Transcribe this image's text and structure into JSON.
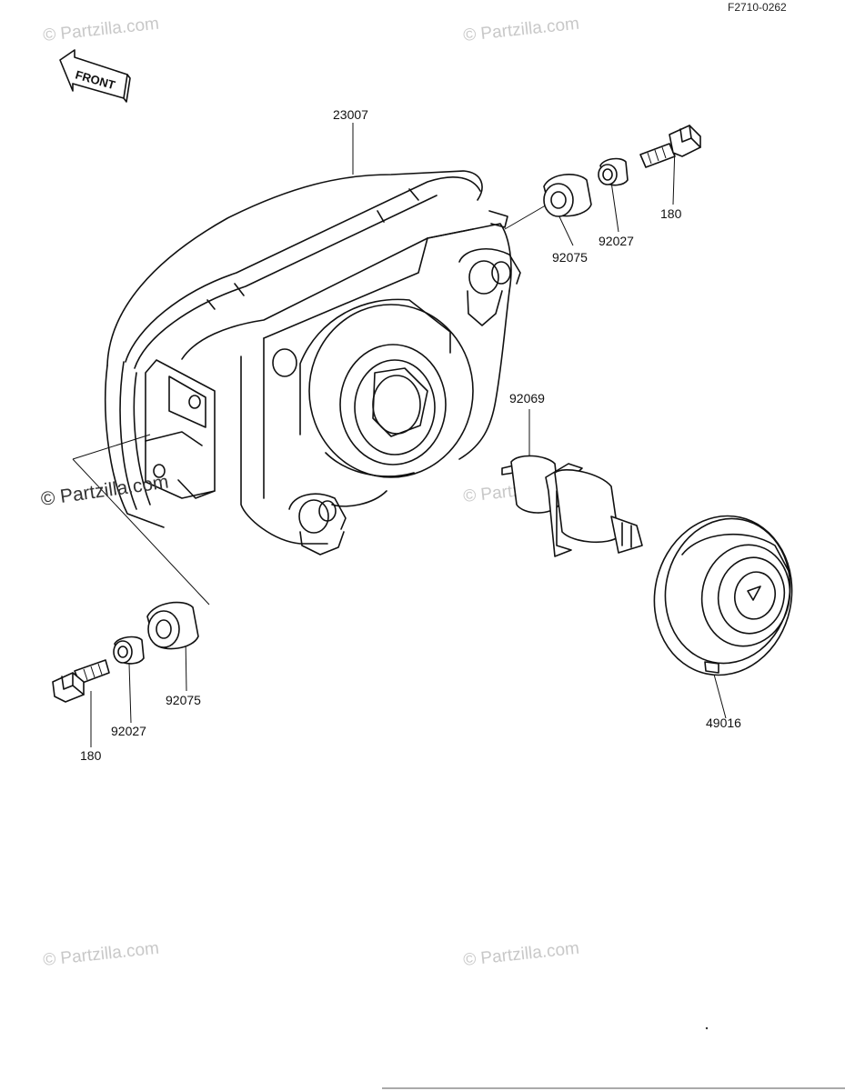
{
  "figure_code": "F2710-0262",
  "front_label": "FRONT",
  "watermarks": [
    "© Partzilla.com",
    "© Partzilla.com",
    "© Partzilla.com",
    "© Partzilla.com",
    "© Partzilla.com",
    "© Partzilla.com"
  ],
  "parts": {
    "headlight_housing": "23007",
    "grommet_upper": "92075",
    "collar_upper": "92027",
    "bolt_upper": "180",
    "bulb": "92069",
    "socket_cover": "49016",
    "grommet_lower": "92075",
    "collar_lower": "92027",
    "bolt_lower": "180"
  }
}
